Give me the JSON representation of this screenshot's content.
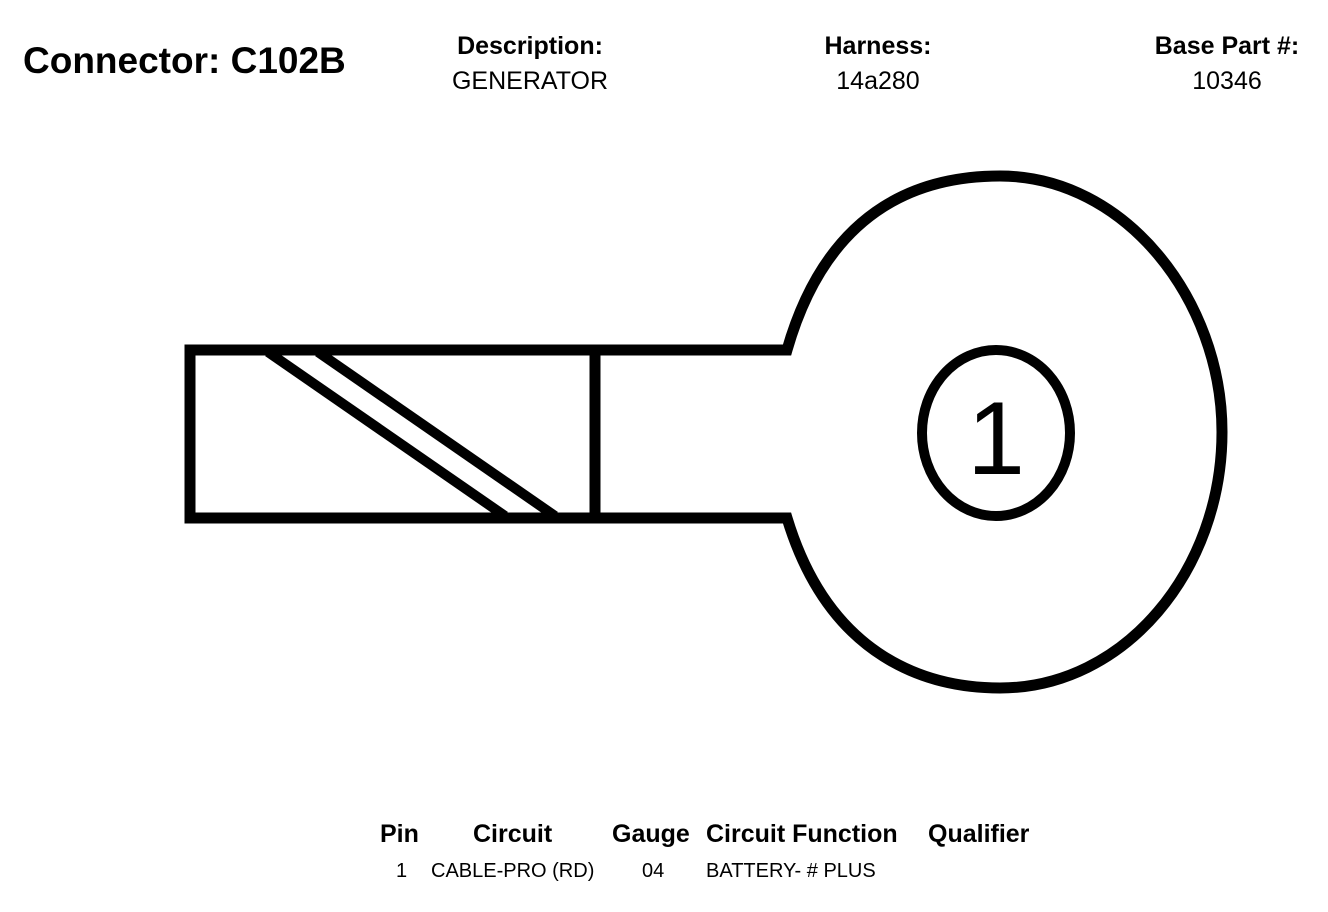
{
  "connector": {
    "title": "Connector: C102B"
  },
  "header": {
    "description": {
      "label": "Description:",
      "value": "GENERATOR"
    },
    "harness": {
      "label": "Harness:",
      "value": "14a280"
    },
    "base_part": {
      "label": "Base Part #:",
      "value": "10346"
    }
  },
  "diagram": {
    "pin_label": "1",
    "stroke_color": "#000000"
  },
  "pin_table": {
    "headers": {
      "pin": "Pin",
      "circuit": "Circuit",
      "gauge": "Gauge",
      "circuit_function": "Circuit Function",
      "qualifier": "Qualifier"
    },
    "rows": [
      {
        "pin": "1",
        "circuit": "CABLE-PRO (RD)",
        "gauge": "04",
        "circuit_function": "BATTERY- # PLUS",
        "qualifier": ""
      }
    ]
  }
}
